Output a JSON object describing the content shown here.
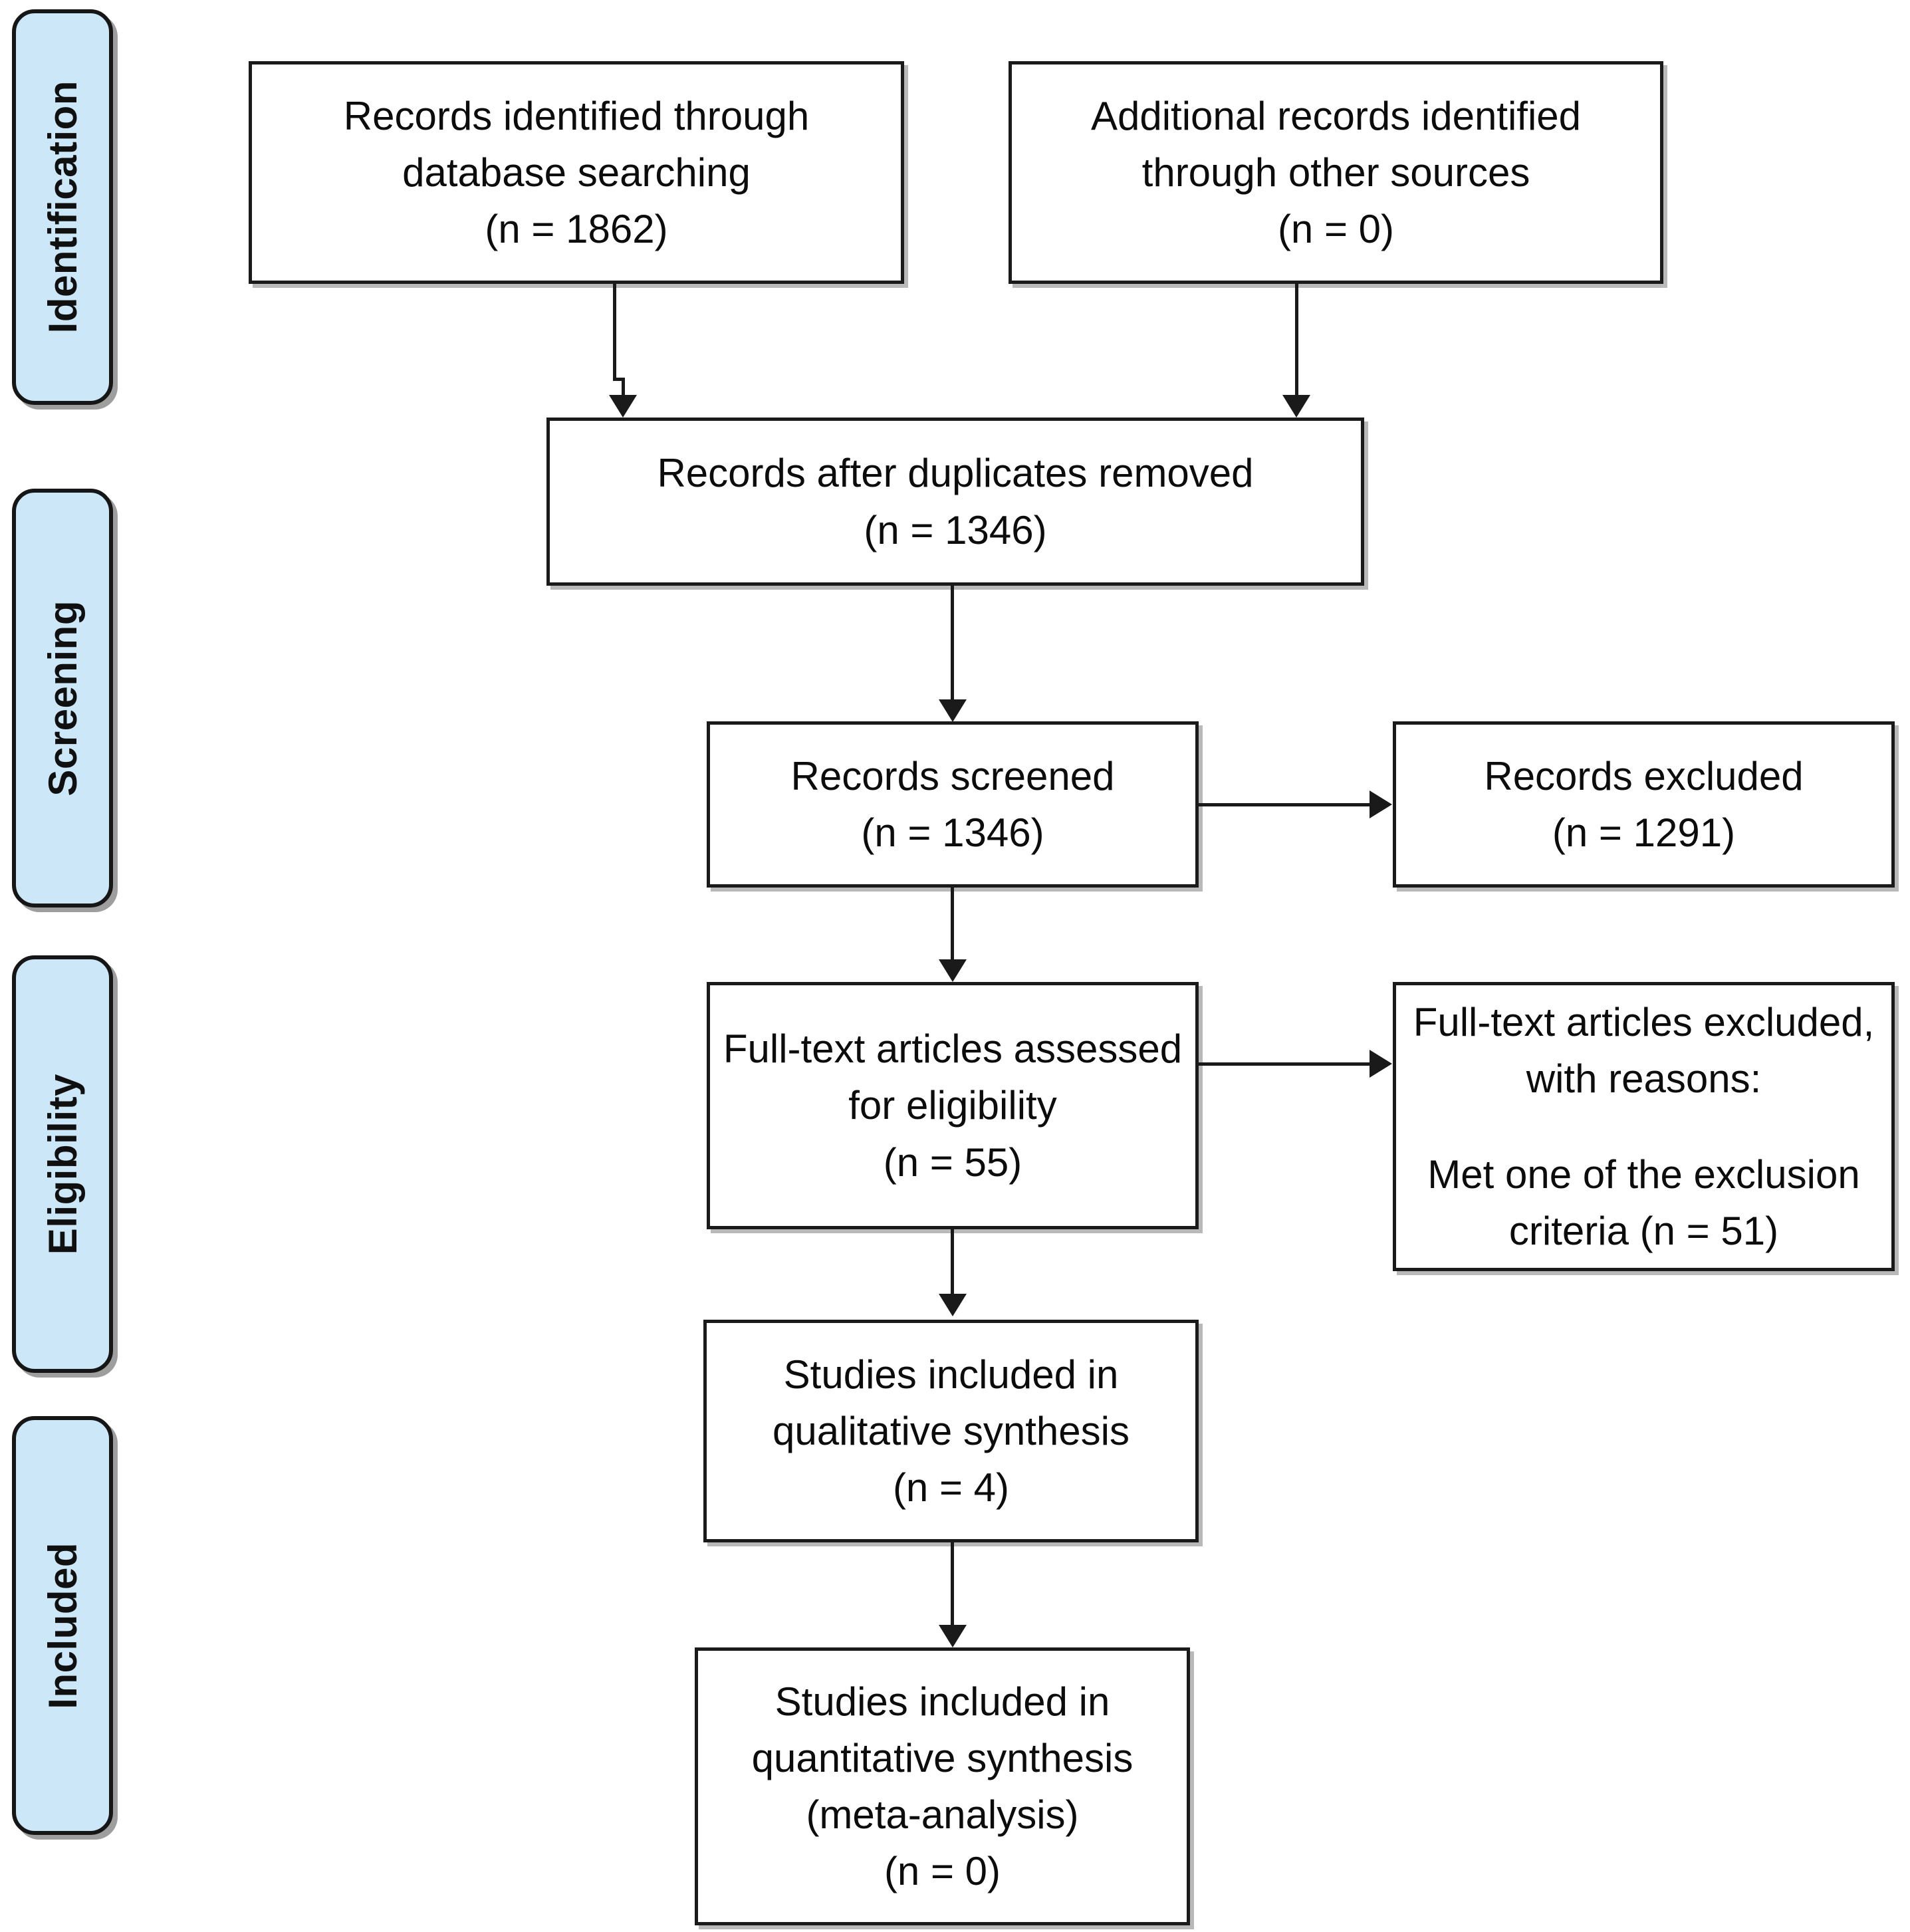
{
  "diagram": {
    "type": "prisma-flow-diagram",
    "stages": [
      {
        "name": "identification",
        "label": "Identification"
      },
      {
        "name": "screening",
        "label": "Screening"
      },
      {
        "name": "eligibility",
        "label": "Eligibility"
      },
      {
        "name": "included",
        "label": "Included"
      }
    ],
    "nodes": {
      "database_searching": {
        "lines": [
          "Records identified through",
          "database searching",
          "(n = 1862)"
        ],
        "count": 1862
      },
      "other_sources": {
        "lines": [
          "Additional records identified",
          "through other sources",
          "(n = 0)"
        ],
        "count": 0
      },
      "duplicates_removed": {
        "lines": [
          "Records after duplicates removed",
          "(n = 1346)"
        ],
        "count": 1346
      },
      "records_screened": {
        "lines": [
          "Records screened",
          "(n = 1346)"
        ],
        "count": 1346
      },
      "records_excluded": {
        "lines": [
          "Records excluded",
          "(n = 1291)"
        ],
        "count": 1291
      },
      "fulltext_assessed": {
        "lines": [
          "Full-text articles assessed",
          "for eligibility",
          "(n = 55)"
        ],
        "count": 55
      },
      "fulltext_excluded": {
        "lines": [
          "Full-text articles excluded,",
          "with reasons:",
          "Met one of the exclusion",
          "criteria (n = 51)"
        ],
        "count": 51
      },
      "qualitative_synthesis": {
        "lines": [
          "Studies included in",
          "qualitative synthesis",
          "(n = 4)"
        ],
        "count": 4
      },
      "quantitative_synthesis": {
        "lines": [
          "Studies included in",
          "quantitative synthesis",
          "(meta-analysis)",
          "(n = 0)"
        ],
        "count": 0
      }
    },
    "colors": {
      "stage_label_fill": "#cbe7f8",
      "stroke": "#1a1a1a",
      "node_fill": "#ffffff",
      "text": "#0c0c0c"
    }
  }
}
